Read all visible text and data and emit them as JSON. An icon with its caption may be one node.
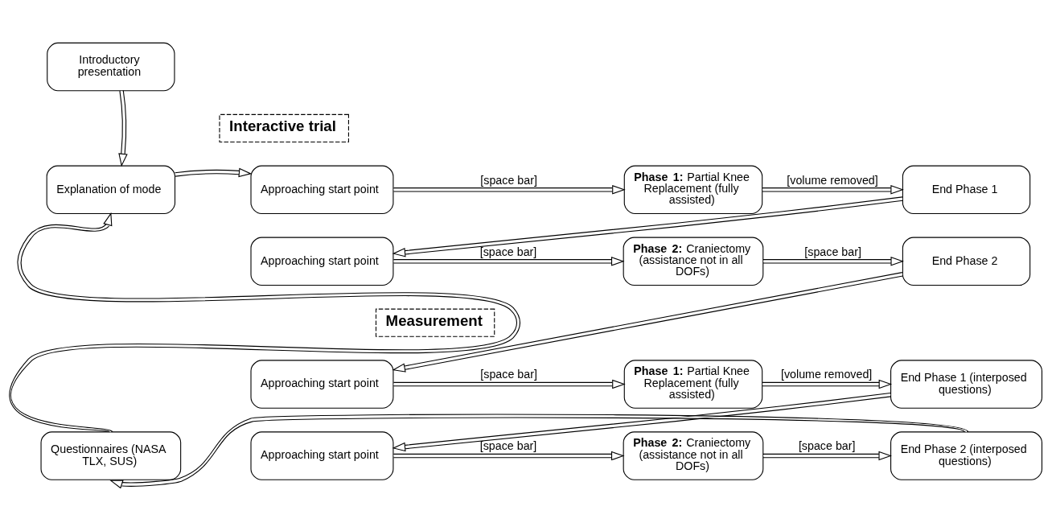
{
  "diagram": {
    "nodes": [
      {
        "text": [
          "Introductory presentation"
        ]
      },
      {
        "text": [
          "Interactive trial"
        ]
      },
      {
        "text": [
          "Explanation of mode"
        ]
      },
      {
        "text": [
          "Approaching start point"
        ]
      },
      {
        "text": [
          "**Phase 1:** Partial Knee Replacement (fully assisted)"
        ]
      },
      {
        "text": [
          "End Phase 1"
        ]
      },
      {
        "text": [
          "Approaching start point"
        ]
      },
      {
        "text": [
          "**Phase 2:** Craniectomy (assistance not in all DOFs)"
        ]
      },
      {
        "text": [
          "End Phase 2"
        ]
      },
      {
        "text": [
          "Measurement"
        ]
      },
      {
        "text": [
          "Approaching start point"
        ]
      },
      {
        "text": [
          "**Phase 1:** Partial Knee Replacement (fully assisted)"
        ]
      },
      {
        "text": [
          "End Phase 1 (interposed questions)"
        ]
      },
      {
        "text": [
          "Questionnaires (NASA TLX, SUS)"
        ]
      },
      {
        "text": [
          "Approaching start point"
        ]
      },
      {
        "text": [
          "**Phase 2:** Craniectomy (assistance not in all DOFs)"
        ]
      },
      {
        "text": [
          "End Phase 2 (interposed questions)"
        ]
      }
    ],
    "edges": [
      {
        "from": 0,
        "to": 2,
        "arrow": "to"
      },
      {
        "from": 2,
        "to": 3,
        "arrow": "to"
      },
      {
        "from": 3,
        "to": 4,
        "arrow": "to",
        "label": "[space bar]"
      },
      {
        "from": 4,
        "to": 5,
        "arrow": "to",
        "label": "[volume removed]"
      },
      {
        "from": 5,
        "to": 6,
        "arrow": "to"
      },
      {
        "from": 6,
        "to": 7,
        "arrow": "to",
        "label": "[space bar]"
      },
      {
        "from": 7,
        "to": 8,
        "arrow": "to",
        "label": "[space bar]"
      },
      {
        "from": 8,
        "to": 10,
        "arrow": "to"
      },
      {
        "from": 10,
        "to": 11,
        "arrow": "to",
        "label": "[space bar]"
      },
      {
        "from": 11,
        "to": 12,
        "arrow": "to",
        "label": "[volume removed]"
      },
      {
        "from": 12,
        "to": 14,
        "arrow": "to"
      },
      {
        "from": 14,
        "to": 15,
        "arrow": "to",
        "label": "[space bar]"
      },
      {
        "from": 15,
        "to": 16,
        "arrow": "to",
        "label": "[space bar]"
      },
      {
        "from": 16,
        "to": 13,
        "arrow": "to"
      },
      {
        "from": 13,
        "to": 2,
        "arrow": "to"
      }
    ]
  }
}
